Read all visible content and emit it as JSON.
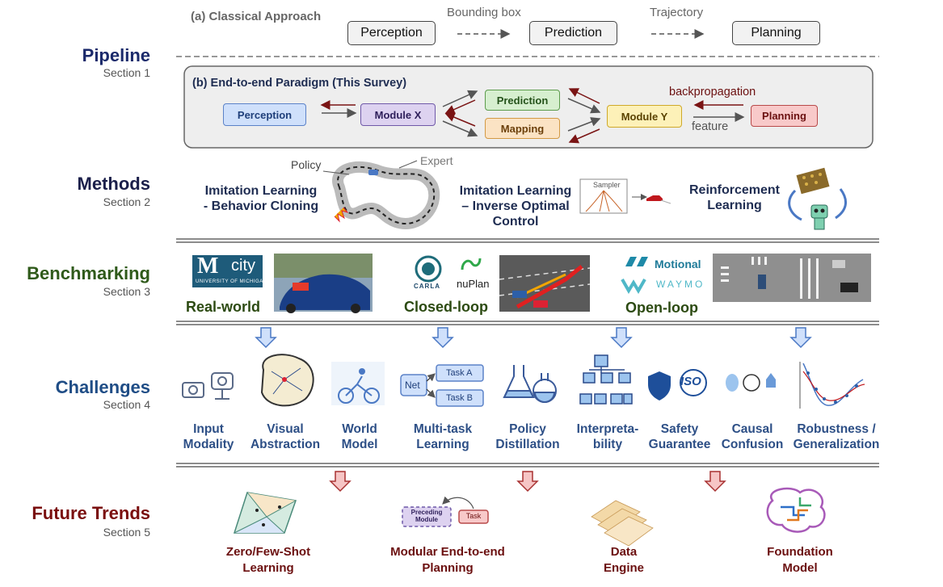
{
  "sections": {
    "pipeline": {
      "title": "Pipeline",
      "sub": "Section 1",
      "color": "#1b2a6b"
    },
    "methods": {
      "title": "Methods",
      "sub": "Section 2",
      "color": "#1b1f4a"
    },
    "benchmarking": {
      "title": "Benchmarking",
      "sub": "Section 3",
      "color": "#2f5a1a"
    },
    "challenges": {
      "title": "Challenges",
      "sub": "Section 4",
      "color": "#1f4d86"
    },
    "future": {
      "title": "Future Trends",
      "sub": "Section 5",
      "color": "#7a0e0e"
    }
  },
  "classical": {
    "title": "(a) Classical Approach",
    "boxes": [
      "Perception",
      "Prediction",
      "Planning"
    ],
    "edge_labels": [
      "Bounding box",
      "Trajectory"
    ]
  },
  "e2e": {
    "title": "(b) End-to-end Paradigm (This Survey)",
    "perception": "Perception",
    "module_x": "Module X",
    "prediction": "Prediction",
    "mapping": "Mapping",
    "module_y": "Module Y",
    "planning": "Planning",
    "backprop": "backpropagation",
    "feature": "feature"
  },
  "methods": {
    "bc_label": "Imitation Learning\n- Behavior Cloning",
    "policy": "Policy",
    "expert": "Expert",
    "ioc_label": "Imitation Learning\n– Inverse Optimal\nControl",
    "sampler": "Sampler",
    "rl_label": "Reinforcement\nLearning"
  },
  "benchmarking": {
    "umich_m": "M",
    "umich_city": "city",
    "umich_sub": "UNIVERSITY OF MICHIGAN",
    "carla": "CARLA",
    "nuplan": "nuPlan",
    "motional": "Motional",
    "waymo": "WAYMO",
    "real_world": "Real-world",
    "closed_loop": "Closed-loop",
    "open_loop": "Open-loop"
  },
  "challenges": {
    "net": "Net",
    "task_a": "Task A",
    "task_b": "Task B",
    "iso": "ISO",
    "items": [
      "Input\nModality",
      "Visual\nAbstraction",
      "World\nModel",
      "Multi-task\nLearning",
      "Policy\nDistillation",
      "Interpreta-\nbility",
      "Safety\nGuarantee",
      "Causal\nConfusion",
      "Robustness /\nGeneralization"
    ]
  },
  "future": {
    "preceding": "Preceding\nModule",
    "task": "Task",
    "items": [
      "Zero/Few-Shot\nLearning",
      "Modular End-to-end\nPlanning",
      "Data\nEngine",
      "Foundation\nModel"
    ]
  },
  "colors": {
    "perception_fill": "#cfe0fb",
    "perception_stroke": "#5b82c8",
    "modx_fill": "#ddd2f0",
    "modx_stroke": "#6f59a8",
    "pred_fill": "#d6efcf",
    "pred_stroke": "#5c9c4c",
    "map_fill": "#fbe3c4",
    "map_stroke": "#d39a45",
    "mody_fill": "#fdf1b8",
    "mody_stroke": "#cfa92a",
    "plan_fill": "#f8c9c9",
    "plan_stroke": "#b84a4a",
    "backprop_arrow": "#7a1414",
    "down_blue": "#cfe0fb",
    "down_red": "#f6c5c5"
  }
}
